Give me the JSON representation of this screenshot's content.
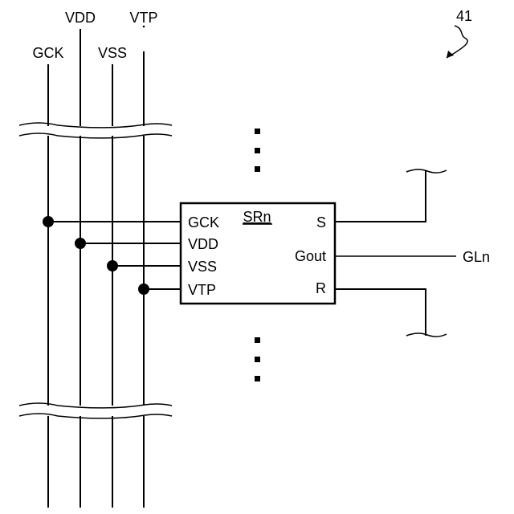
{
  "figure": {
    "ref_number": "41",
    "bus_labels": {
      "gck": "GCK",
      "vdd": "VDD",
      "vss": "VSS",
      "vtp": "VTP"
    },
    "block": {
      "name": "SRn",
      "ports_in": {
        "gck": "GCK",
        "vdd": "VDD",
        "vss": "VSS",
        "vtp": "VTP"
      },
      "ports_out": {
        "s": "S",
        "gout": "Gout",
        "r": "R"
      }
    },
    "output_label": "GLn"
  }
}
